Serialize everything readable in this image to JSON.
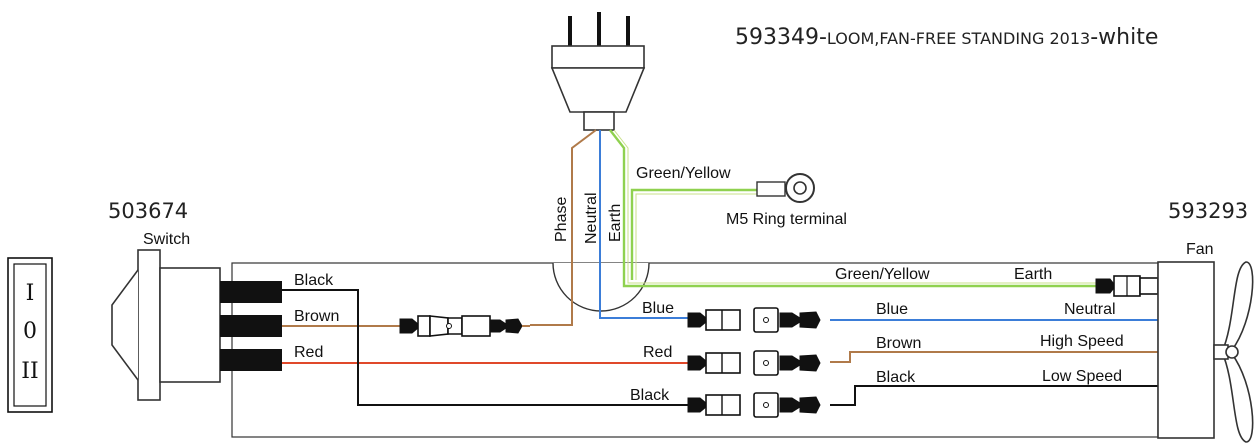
{
  "title": {
    "prefix": "593349-",
    "middle": "LOOM,FAN-FREE STANDING 2013",
    "suffix": "-white"
  },
  "switch": {
    "part_code": "503674",
    "label": "Switch",
    "symbols": [
      "I",
      "0",
      "II"
    ],
    "wires": [
      "Black",
      "Brown",
      "Red"
    ]
  },
  "fan": {
    "part_code": "593293",
    "label": "Fan",
    "terminals": [
      "Earth",
      "Neutral",
      "High Speed",
      "Low Speed"
    ]
  },
  "plug_leads": [
    "Phase",
    "Neutral",
    "Earth"
  ],
  "ring": {
    "wire_label": "Green/Yellow",
    "label": "M5 Ring terminal"
  },
  "wires": {
    "earth": "Green/Yellow",
    "neutral_left": "Blue",
    "neutral_right": "Blue",
    "red_mid": "Red",
    "brown_right": "Brown",
    "black_mid": "Black",
    "black_right": "Black"
  },
  "colors": {
    "green_yellow": "#8fd14f",
    "blue": "#3b7dd8",
    "brown": "#b07a4a",
    "red": "#e0482a",
    "black": "#111111"
  }
}
